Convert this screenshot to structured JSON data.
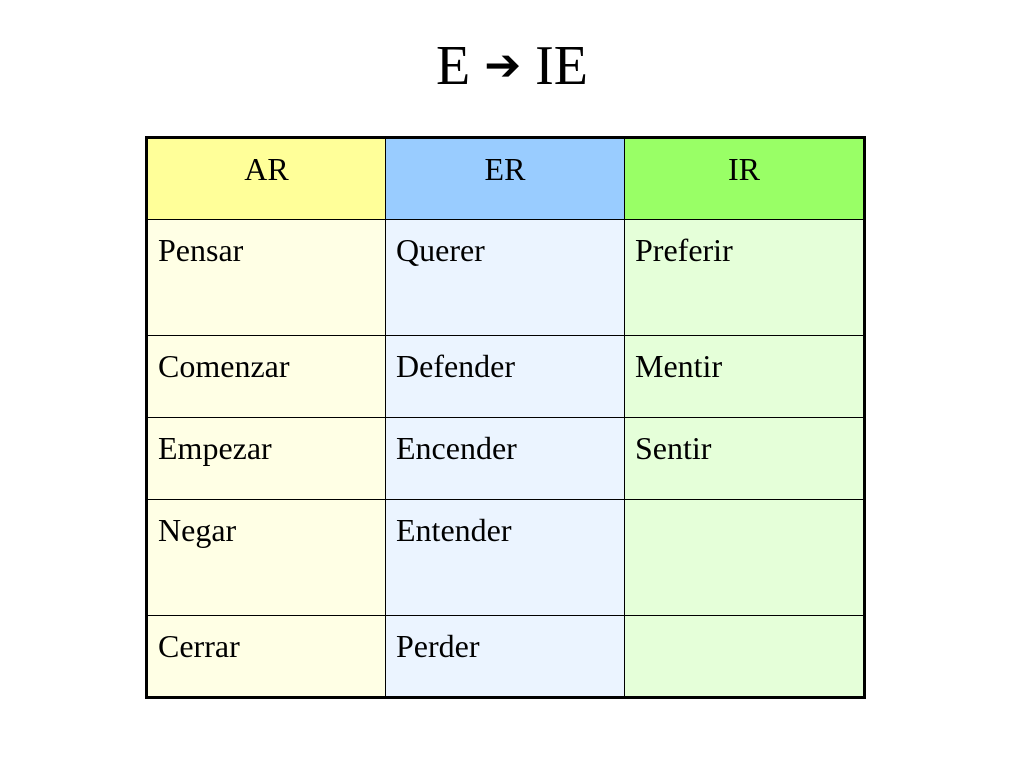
{
  "slide": {
    "title_left": "E",
    "title_arrow": "➔",
    "title_right": "IE"
  },
  "table": {
    "headers": [
      {
        "label": "AR",
        "header_color": "#ffff99",
        "cell_color": "#ffffe5"
      },
      {
        "label": "ER",
        "header_color": "#99ccff",
        "cell_color": "#ebf4ff"
      },
      {
        "label": "IR",
        "header_color": "#99ff66",
        "cell_color": "#e5ffd9"
      }
    ],
    "rows": [
      {
        "cells": [
          "Pensar",
          "Querer",
          "Preferir"
        ],
        "tall": true
      },
      {
        "cells": [
          "Comenzar",
          "Defender",
          "Mentir"
        ],
        "tall": false
      },
      {
        "cells": [
          "Empezar",
          "Encender",
          "Sentir"
        ],
        "tall": false
      },
      {
        "cells": [
          "Negar",
          "Entender",
          ""
        ],
        "tall": true
      },
      {
        "cells": [
          "Cerrar",
          "Perder",
          ""
        ],
        "tall": false
      }
    ]
  }
}
